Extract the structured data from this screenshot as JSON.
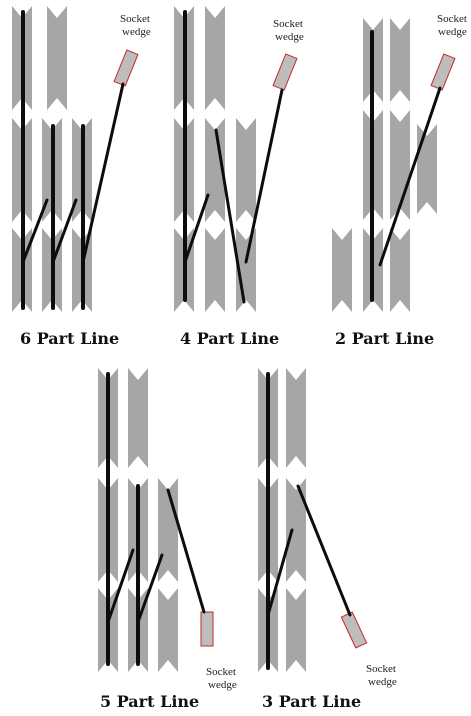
{
  "colors": {
    "sheave": "#a6a6a6",
    "line": "#0d0d0d",
    "socket_fill": "#bdbdbd",
    "socket_stroke": "#c62828",
    "background": "#ffffff"
  },
  "labels": {
    "socket_word_1": "Socket",
    "socket_word_2": "wedge"
  },
  "panels": [
    {
      "id": "six-part",
      "caption": "6 Part Line",
      "parts": 6
    },
    {
      "id": "four-part",
      "caption": "4 Part Line",
      "parts": 4
    },
    {
      "id": "two-part",
      "caption": "2 Part Line",
      "parts": 2
    },
    {
      "id": "five-part",
      "caption": "5 Part Line",
      "parts": 5
    },
    {
      "id": "three-part",
      "caption": "3 Part Line",
      "parts": 3
    }
  ]
}
